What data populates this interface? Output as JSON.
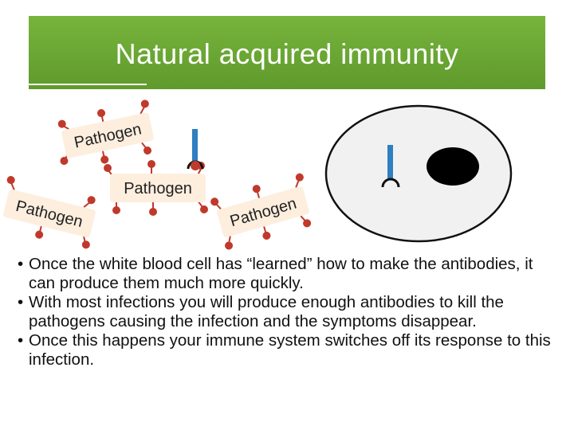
{
  "slide": {
    "title": "Natural acquired immunity"
  },
  "diagram": {
    "pathogen_label": "Pathogen",
    "colors": {
      "pathogen_fill": "#fdeede",
      "spike": "#c0392b",
      "antibody": "#2f7fc1",
      "cell_fill": "#f1f1f1",
      "nucleus": "#000000"
    }
  },
  "bullets": [
    "Once the white blood cell has “learned” how to make the antibodies, it can produce them much more quickly.",
    "With most infections you will produce enough antibodies to kill the pathogens causing the infection and the symptoms disappear.",
    "Once this happens your immune system switches off its response to this infection."
  ],
  "bullet_marker": "•"
}
